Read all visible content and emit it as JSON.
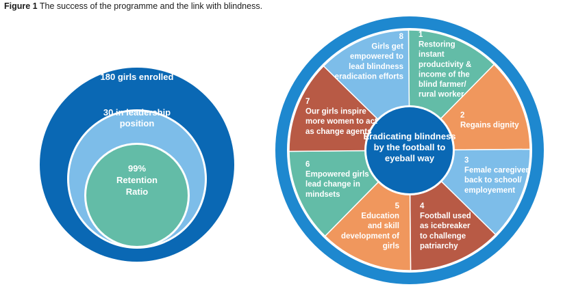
{
  "figure": {
    "label": "Figure 1",
    "caption": "The success of the programme and the link with blindness."
  },
  "nested": {
    "outer": {
      "lines": [
        "180 girls enrolled"
      ]
    },
    "middle": {
      "lines": [
        "30 in leadership",
        "position"
      ]
    },
    "inner": {
      "lines": [
        "99%",
        "Retention",
        "Ratio"
      ]
    }
  },
  "wheel": {
    "center": [
      "Eradicating blindness",
      "by the football to",
      "eyeball way"
    ],
    "segments": [
      {
        "num": "1",
        "lines": [
          "Restoring",
          "instant",
          "productivity &",
          "income of the",
          "blind farmer/",
          "rural worker"
        ]
      },
      {
        "num": "2",
        "lines": [
          "Regains dignity"
        ]
      },
      {
        "num": "3",
        "lines": [
          "Female caregiver",
          "back to school/",
          "employement"
        ]
      },
      {
        "num": "4",
        "lines": [
          "Football used",
          "as icebreaker",
          "to challenge",
          "patriarchy"
        ]
      },
      {
        "num": "5",
        "lines": [
          "Education",
          "and skill",
          "development of",
          "girls"
        ]
      },
      {
        "num": "6",
        "lines": [
          "Empowered girls",
          "lead change in",
          "mindsets"
        ]
      },
      {
        "num": "7",
        "lines": [
          "Our girls inspire",
          "more women to act",
          "as change agents"
        ]
      },
      {
        "num": "8",
        "lines": [
          "Girls get",
          "empowered to",
          "lead blindness",
          "eradication efforts"
        ]
      }
    ]
  },
  "colors": {
    "dark_blue": "#0a68b4",
    "mid_blue": "#1e88cf",
    "light_blue": "#7dbde9",
    "teal": "#63bca7",
    "orange": "#f0975d",
    "rust": "#b85a45"
  }
}
